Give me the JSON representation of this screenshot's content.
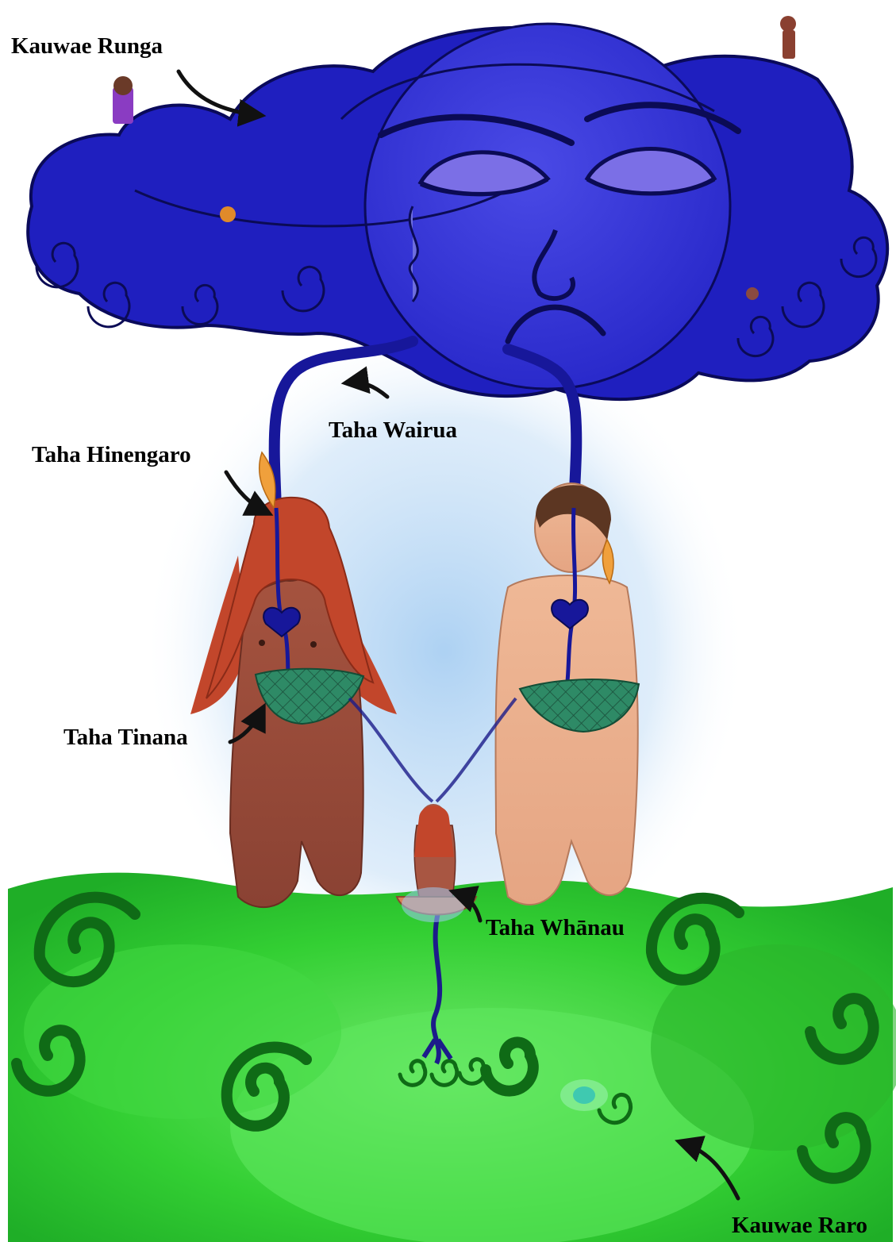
{
  "labels": {
    "kauwae_runga": "Kauwae Runga",
    "taha_wairua": "Taha Wairua",
    "taha_hinengaro": "Taha Hinengaro",
    "taha_tinana": "Taha Tinana",
    "taha_whanau": "Taha Whānau",
    "kauwae_raro": "Kauwae Raro"
  },
  "colors": {
    "sky_cloud": "#1f1fbf",
    "cloud_dark": "#10108a",
    "face": "#3a3ad6",
    "eye": "#7b6fe6",
    "mist": "#a9cff2",
    "ground": "#2fd12f",
    "ground_dark": "#0f6b16",
    "ground_light": "#5fe85f",
    "skin_dark": "#9a4d3c",
    "skin_light": "#e7ad8c",
    "hair_red": "#c2462b",
    "hair_brown": "#5c3622",
    "kete": "#2e8a66",
    "feather": "#f0a03c",
    "stone": "#3fc9b0",
    "arrow": "#111111"
  },
  "icons": [
    "cloud-atua",
    "woman-figure",
    "man-figure",
    "child-figure",
    "kete-basket",
    "heart",
    "koru-spiral",
    "feather",
    "pounamu-stone",
    "arrow"
  ]
}
